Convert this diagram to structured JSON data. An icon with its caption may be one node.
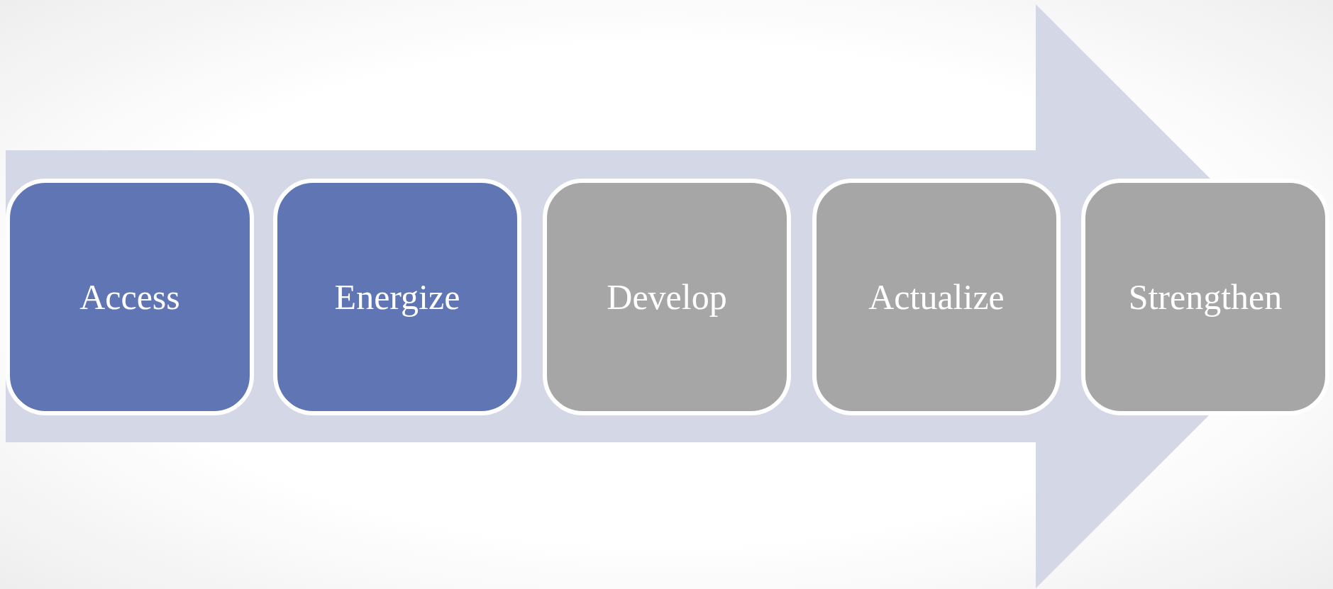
{
  "diagram": {
    "nodes": [
      {
        "text": [
          "Access"
        ]
      },
      {
        "text": [
          "Energize"
        ]
      },
      {
        "text": [
          "Develop"
        ]
      },
      {
        "text": [
          "Actualize"
        ]
      },
      {
        "text": [
          "Strengthen"
        ]
      }
    ]
  }
}
